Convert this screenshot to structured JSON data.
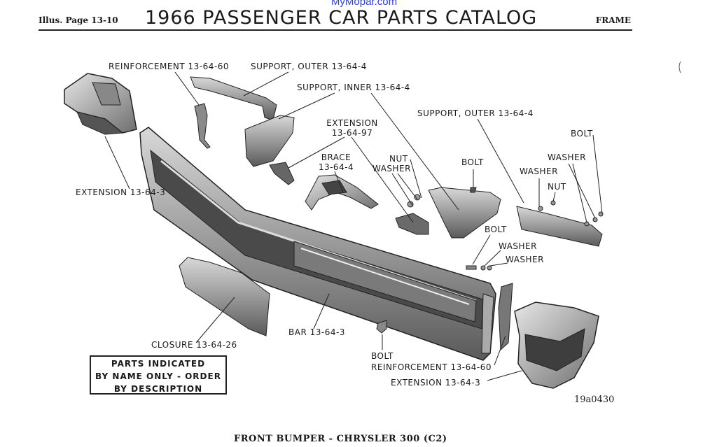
{
  "watermark": "MyMopar.com",
  "header": {
    "illus_page": "Illus. Page 13-10",
    "catalog_title": "1966 PASSENGER CAR PARTS CATALOG",
    "section": "FRAME"
  },
  "labels": {
    "reinforcement_top": "REINFORCEMENT 13-64-60",
    "support_outer_top": "SUPPORT, OUTER 13-64-4",
    "support_inner": "SUPPORT, INNER 13-64-4",
    "extension_97_l1": "EXTENSION",
    "extension_97_l2": "13-64-97",
    "support_outer_right": "SUPPORT, OUTER 13-64-4",
    "bolt_top_right": "BOLT",
    "brace_l1": "BRACE",
    "brace_l2": "13-64-4",
    "nut_left": "NUT",
    "washer_left": "WASHER",
    "bolt_mid": "BOLT",
    "washer_right_1": "WASHER",
    "washer_right_2": "WASHER",
    "nut_right": "NUT",
    "extension_left": "EXTENSION 13-64-3",
    "bolt_lower": "BOLT",
    "washer_lower_1": "WASHER",
    "washer_lower_2": "WASHER",
    "closure": "CLOSURE 13-64-26",
    "bar": "BAR 13-64-3",
    "bolt_bottom": "BOLT",
    "reinforcement_bottom": "REINFORCEMENT 13-64-60",
    "extension_bottom": "EXTENSION 13-64-3"
  },
  "notice": {
    "line1": "PARTS INDICATED",
    "line2": "BY NAME ONLY - ORDER",
    "line3": "BY DESCRIPTION"
  },
  "reference_number": "19a0430",
  "caption": "FRONT BUMPER - CHRYSLER 300 (C2)"
}
